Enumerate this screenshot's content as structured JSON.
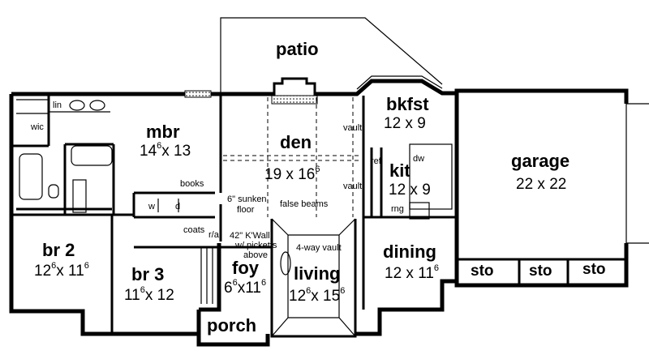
{
  "rooms": {
    "patio": {
      "name": "patio"
    },
    "mbr": {
      "name": "mbr",
      "dim_a": "14",
      "dim_a_sup": "6",
      "dim_b": "x 13"
    },
    "den": {
      "name": "den",
      "dim_a": "19 x 16",
      "dim_a_sup": "6"
    },
    "bkfst": {
      "name": "bkfst",
      "dim": "12 x 9"
    },
    "kit": {
      "name": "kit",
      "dim": "12 x 9"
    },
    "garage": {
      "name": "garage",
      "dim": "22 x 22"
    },
    "br2": {
      "name": "br 2",
      "dim_a": "12",
      "dim_a_sup": "6",
      "dim_b": "x 11",
      "dim_b_sup": "6"
    },
    "br3": {
      "name": "br 3",
      "dim_a": "11",
      "dim_a_sup": "6",
      "dim_b": "x 12"
    },
    "foy": {
      "name": "foy",
      "dim_a": "6",
      "dim_a_sup": "6",
      "dim_b": "x11",
      "dim_b_sup": "6"
    },
    "living": {
      "name": "living",
      "dim_a": "12",
      "dim_a_sup": "6",
      "dim_b": "x 15",
      "dim_b_sup": "6"
    },
    "dining": {
      "name": "dining",
      "dim_a": "12 x 11",
      "dim_a_sup": "6"
    },
    "porch": {
      "name": "porch"
    },
    "sto1": {
      "name": "sto"
    },
    "sto2": {
      "name": "sto"
    },
    "sto3": {
      "name": "sto"
    }
  },
  "notes": {
    "lin": "lin",
    "wic": "wic",
    "books": "books",
    "coats": "coats",
    "ra": "r/a",
    "w": "w",
    "d": "d",
    "ref": "ref",
    "dw": "dw",
    "rng": "rng",
    "vault1": "vault",
    "vault2": "vault",
    "sunken": "6\" sunken",
    "floor": "floor",
    "false_beams": "false beams",
    "kwall1": "42\" K'Wall",
    "kwall2": "w/ picketts",
    "kwall3": "above",
    "four_way": "4-way vault"
  }
}
